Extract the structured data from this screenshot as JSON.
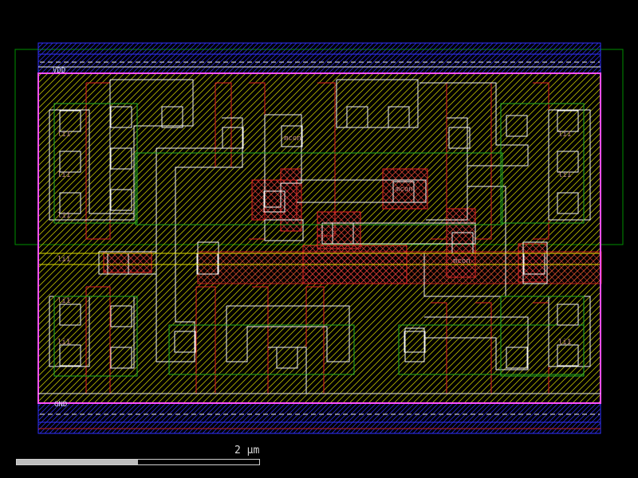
{
  "cell": {
    "pins": {
      "vdd": "VDD",
      "gnd": "GND"
    },
    "contact_label": "li1",
    "via_label": "mcon"
  },
  "scale_bar": {
    "label": "2 µm",
    "fill_fraction": 0.5
  },
  "colors": {
    "background": "#000000",
    "nwell": "#00a000",
    "diffusion": "#d0d000",
    "poly": "#ff3030",
    "local_interconnect": "#e8e8e8",
    "metal1": "#2020ff",
    "boundary": "#ff40ff"
  }
}
